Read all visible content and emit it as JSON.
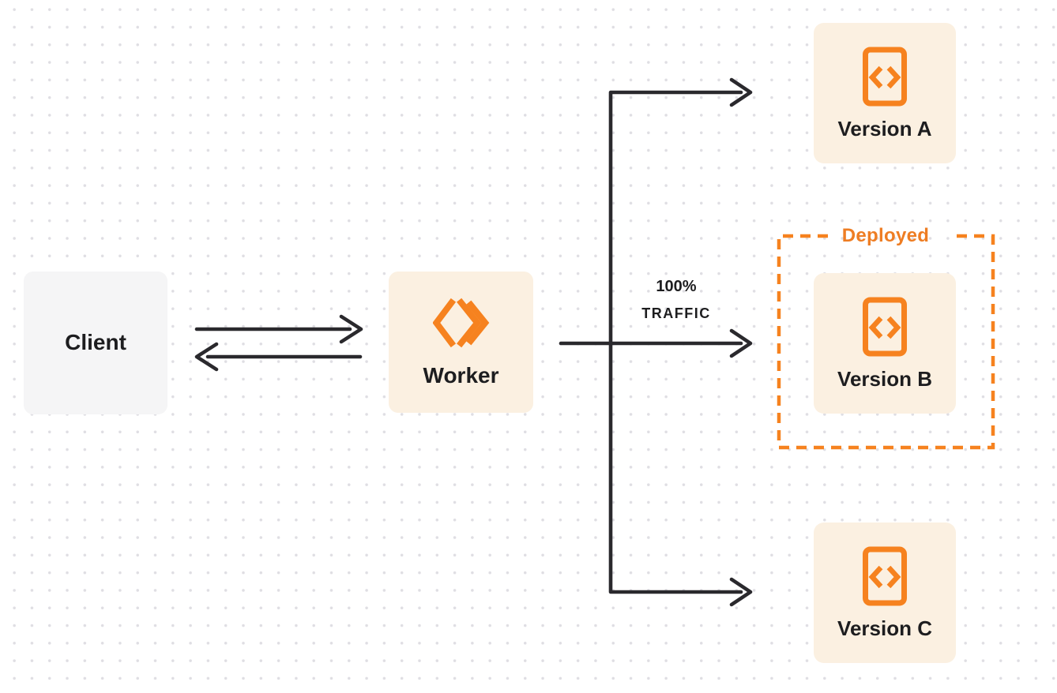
{
  "diagram": {
    "nodes": {
      "client": {
        "label": "Client"
      },
      "worker": {
        "label": "Worker",
        "icon": "workers-logo-icon"
      },
      "version_a": {
        "label": "Version A",
        "icon": "code-document-icon"
      },
      "version_b": {
        "label": "Version B",
        "icon": "code-document-icon"
      },
      "version_c": {
        "label": "Version C",
        "icon": "code-document-icon"
      }
    },
    "annotations": {
      "deployed": {
        "label": "Deployed"
      },
      "traffic": {
        "percent": "100%",
        "word": "TRAFFIC"
      }
    },
    "edges": [
      {
        "from": "client",
        "to": "worker",
        "style": "arrow-right"
      },
      {
        "from": "worker",
        "to": "client",
        "style": "arrow-left"
      },
      {
        "from": "worker",
        "to": "version_a",
        "style": "arrow"
      },
      {
        "from": "worker",
        "to": "version_b",
        "style": "arrow",
        "label": "100% TRAFFIC"
      },
      {
        "from": "worker",
        "to": "version_c",
        "style": "arrow"
      }
    ],
    "colors": {
      "orange": "#f6821f",
      "deployed_text": "#ee7d23",
      "node_cream": "#fbf0e1",
      "client_gray": "#f5f5f6",
      "line": "#2a292d",
      "text": "#1d1d1f",
      "dot_grid": "#dfdee3",
      "background": "#ffffff"
    }
  }
}
